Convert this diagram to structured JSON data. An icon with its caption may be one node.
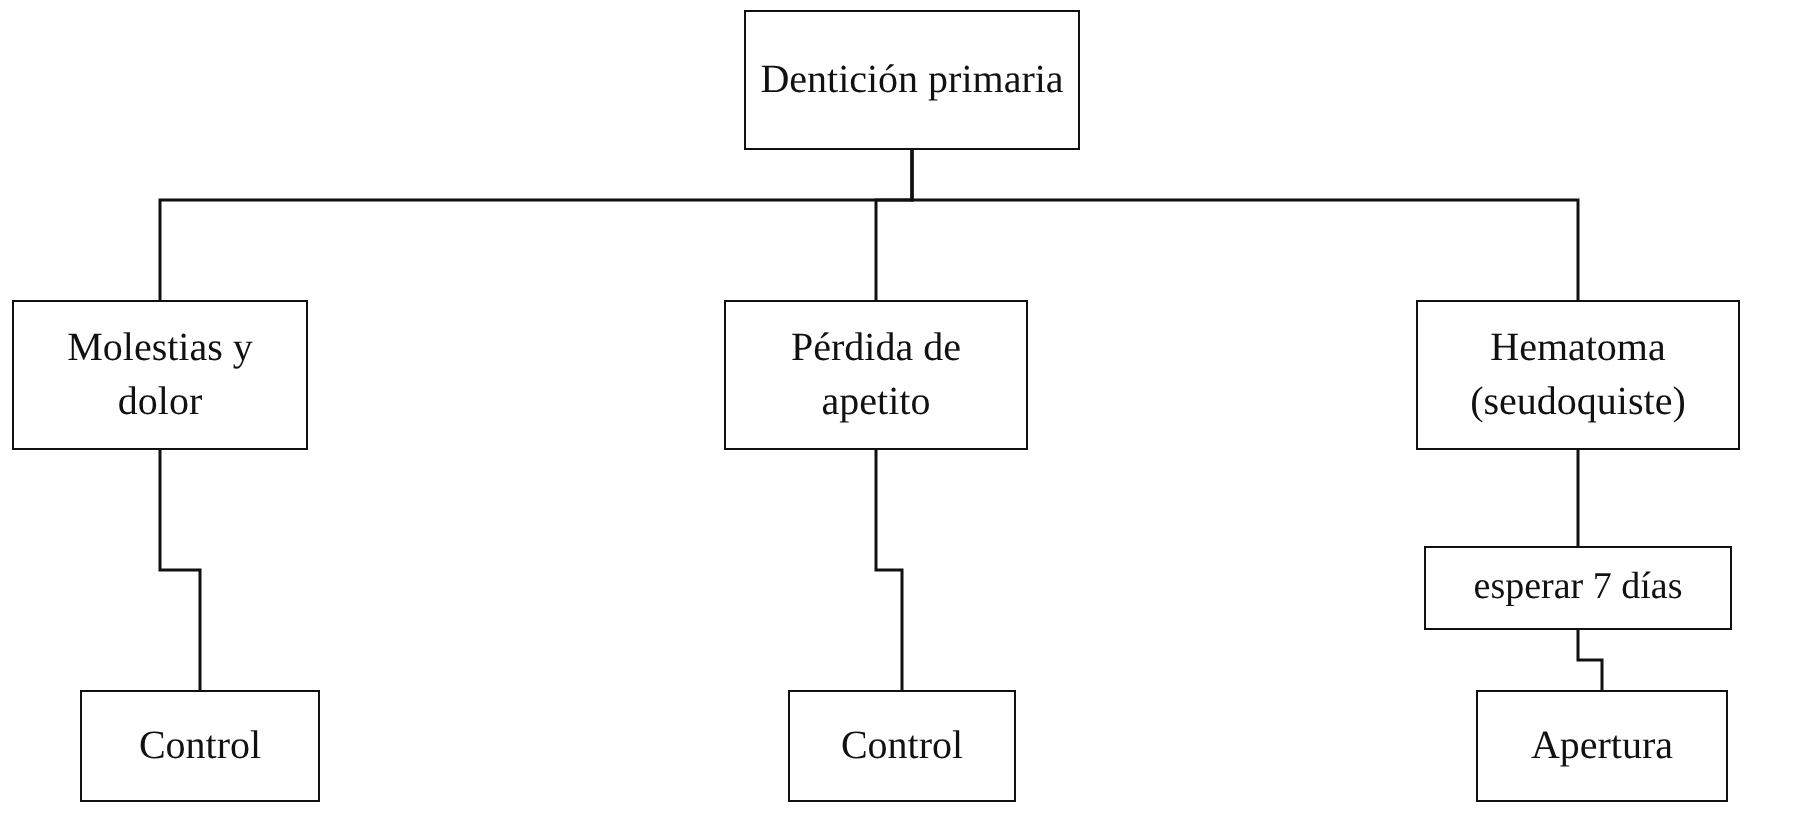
{
  "diagram": {
    "nodes": [
      {
        "text": [
          "Dentición primaria"
        ]
      },
      {
        "text": [
          "Molestias y dolor"
        ]
      },
      {
        "text": [
          "Pérdida de apetito"
        ]
      },
      {
        "text": [
          "Hematoma (seudoquiste)"
        ]
      },
      {
        "text": [
          "esperar 7 días"
        ]
      },
      {
        "text": [
          "Control"
        ]
      },
      {
        "text": [
          "Control"
        ]
      },
      {
        "text": [
          "Apertura"
        ]
      }
    ],
    "edges": [
      {
        "from": 0,
        "to": 1,
        "arrow": "none"
      },
      {
        "from": 0,
        "to": 2,
        "arrow": "none"
      },
      {
        "from": 0,
        "to": 3,
        "arrow": "none"
      },
      {
        "from": 1,
        "to": 5,
        "arrow": "none"
      },
      {
        "from": 2,
        "to": 6,
        "arrow": "none"
      },
      {
        "from": 3,
        "to": 4,
        "arrow": "none"
      },
      {
        "from": 4,
        "to": 7,
        "arrow": "none"
      }
    ]
  }
}
